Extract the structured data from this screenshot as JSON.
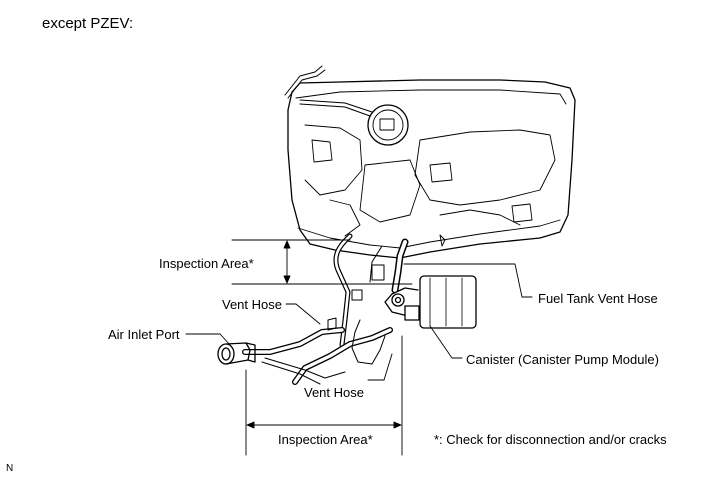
{
  "heading": "except PZEV:",
  "labels": {
    "inspection_area_upper": "Inspection Area*",
    "fuel_tank_vent_hose": "Fuel Tank Vent Hose",
    "vent_hose_upper": "Vent Hose",
    "air_inlet_port": "Air Inlet Port",
    "canister": "Canister (Canister Pump Module)",
    "vent_hose_lower": "Vent Hose",
    "inspection_area_lower": "Inspection Area*",
    "footnote": "*: Check for disconnection and/or cracks"
  },
  "figure_code": "N"
}
